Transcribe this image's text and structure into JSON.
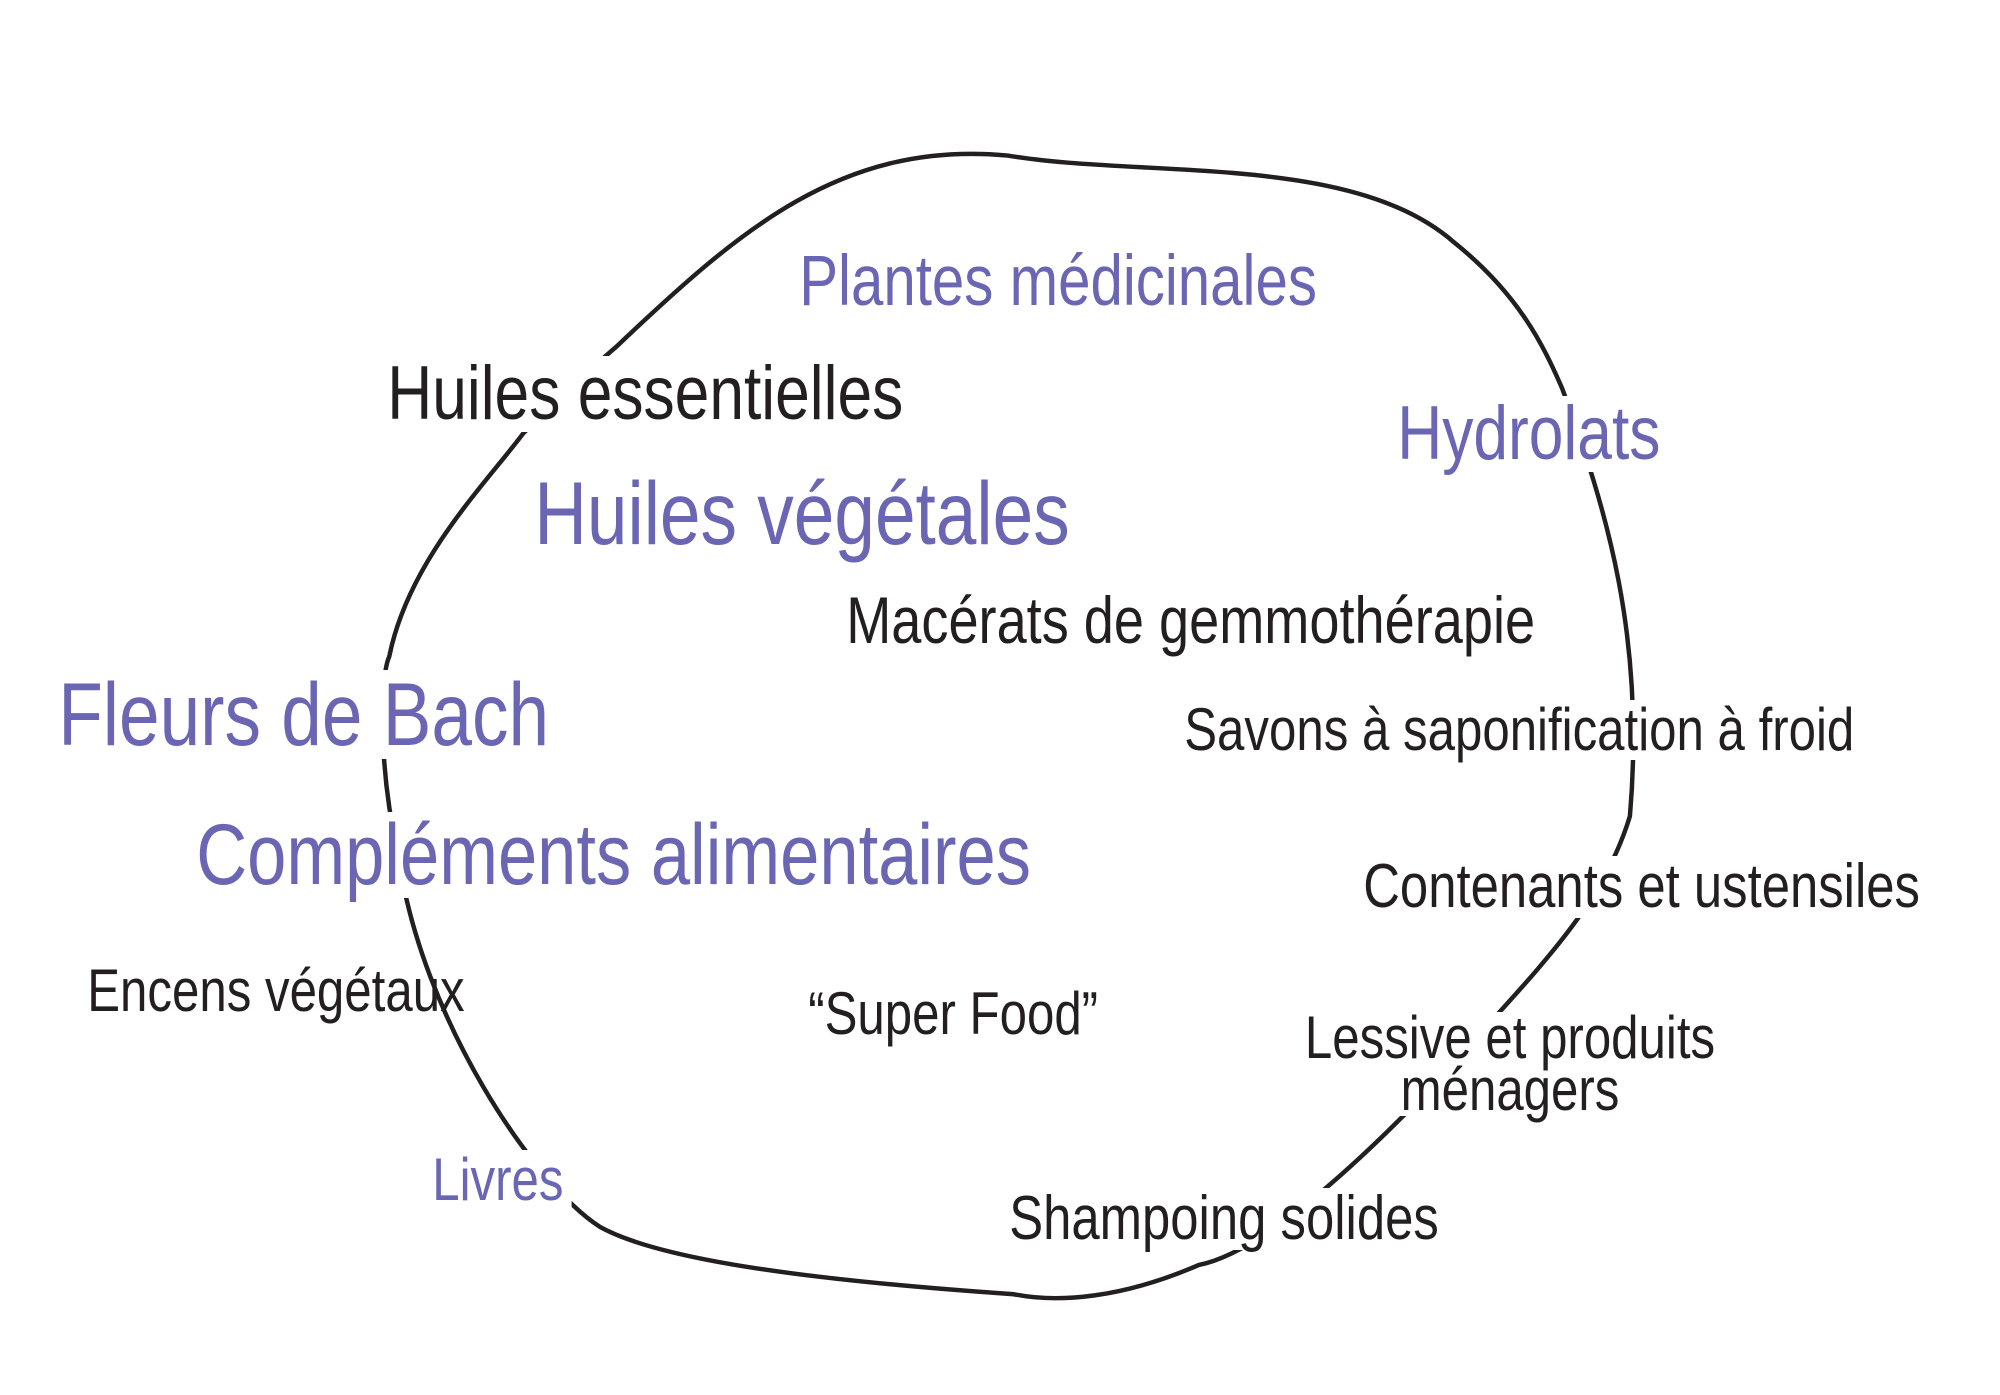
{
  "colors": {
    "purple": "#6a66b3",
    "black": "#231f20"
  },
  "labels": {
    "plantes": "Plantes médicinales",
    "huiles_essentielles": "Huiles essentielles",
    "hydrolats": "Hydrolats",
    "huiles_vegetales": "Huiles végétales",
    "macerats": "Macérats de gemmothérapie",
    "fleurs_bach": "Fleurs de Bach",
    "savons": "Savons à saponification à froid",
    "complements": "Compléments alimentaires",
    "contenants": "Contenants et ustensiles",
    "encens": "Encens végétaux",
    "super_food": "“Super Food”",
    "lessive_line1": "Lessive et produits",
    "lessive_line2": "ménagers",
    "livres": "Livres",
    "shampoing": "Shampoing solides"
  }
}
